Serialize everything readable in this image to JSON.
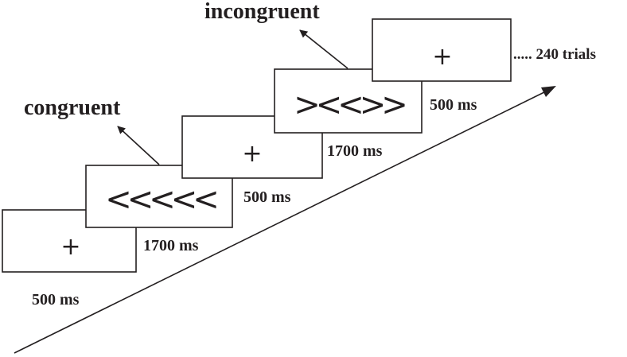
{
  "labels": {
    "congruent": "congruent",
    "incongruent": "incongruent"
  },
  "frames": [
    {
      "stimulus": "+",
      "duration": "500 ms"
    },
    {
      "stimulus": "<<<<<",
      "duration": "1700 ms"
    },
    {
      "stimulus": "+",
      "duration": "500 ms"
    },
    {
      "stimulus": "><<>>",
      "duration": "1700 ms"
    },
    {
      "stimulus": "+",
      "duration": "500 ms"
    }
  ],
  "trials_note": "..... 240 trials",
  "colors": {
    "ink": "#231f20",
    "background": "#ffffff"
  }
}
